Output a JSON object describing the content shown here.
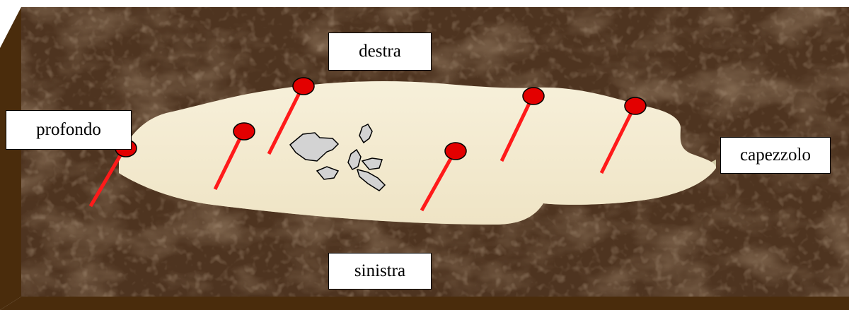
{
  "labels": {
    "top": "destra",
    "left": "profondo",
    "right": "capezzolo",
    "bottom": "sinistra"
  },
  "colors": {
    "board_dark": "#3f2a17",
    "board_base": "#5a3d27",
    "board_light": "#8a6a4c",
    "board_edge": "#4a2c0c",
    "tissue_top": "#f4ecd2",
    "tissue_side": "#bfb795",
    "pin_head": "#e30000",
    "pin_shaft": "#ff1a1a",
    "fragment": "#d3d3d3"
  },
  "icons": {
    "pin": "pushpin-icon",
    "fragment": "tissue-fragment"
  }
}
